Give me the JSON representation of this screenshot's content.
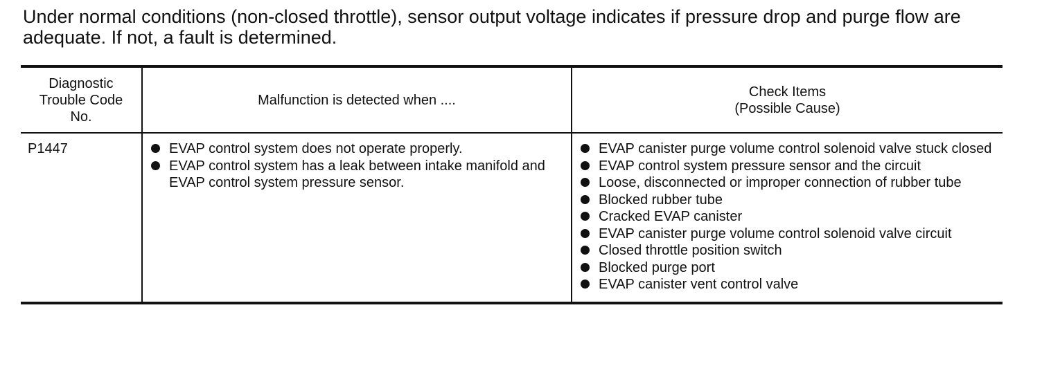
{
  "intro_text": "Under normal conditions (non-closed throttle), sensor output voltage indicates if pressure drop and purge flow are adequate. If not, a fault is determined.",
  "table": {
    "headers": {
      "code_line1": "Diagnostic",
      "code_line2": "Trouble Code",
      "code_line3": "No.",
      "malfunction": "Malfunction is detected when ....",
      "check_line1": "Check Items",
      "check_line2": "(Possible Cause)"
    },
    "row": {
      "code": "P1447",
      "malfunctions": [
        "EVAP control system does not operate properly.",
        "EVAP control system has a leak between intake manifold and EVAP control system pressure sensor."
      ],
      "check_items": [
        "EVAP canister purge volume control solenoid valve stuck closed",
        "EVAP control system pressure sensor and the circuit",
        "Loose, disconnected or improper connection of rubber tube",
        "Blocked rubber tube",
        "Cracked EVAP canister",
        "EVAP canister purge volume control solenoid valve circuit",
        "Closed throttle position switch",
        "Blocked purge port",
        "EVAP canister vent control valve"
      ]
    }
  }
}
